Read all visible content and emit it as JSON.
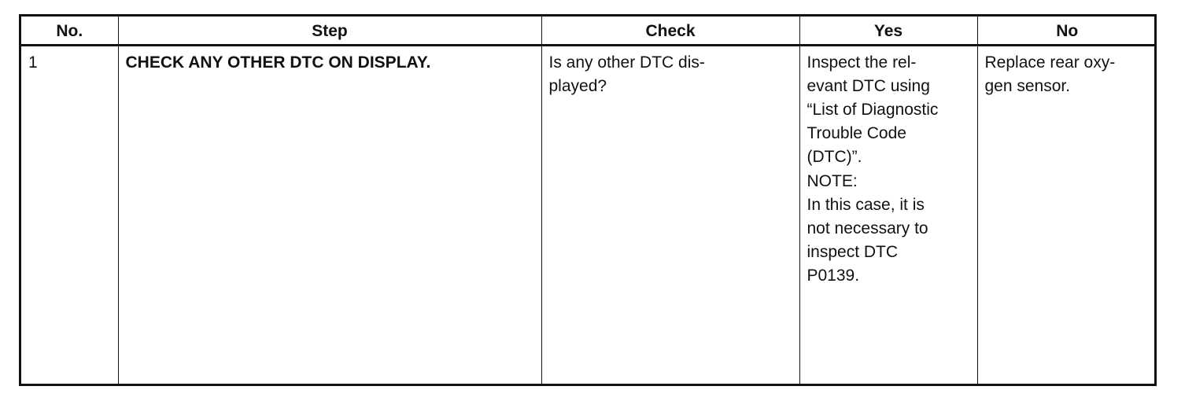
{
  "table": {
    "headers": {
      "no": "No.",
      "step": "Step",
      "check": "Check",
      "yes": "Yes",
      "no_col": "No"
    },
    "rows": [
      {
        "no": "1",
        "step": "CHECK ANY OTHER DTC ON DISPLAY.",
        "check": "Is any other DTC dis-\nplayed?",
        "yes": {
          "text": "Inspect the rel-\nevant DTC using\n“List of Diagnostic\nTrouble Code\n(DTC)”.",
          "note_label": "NOTE:",
          "note_text": "In this case, it is\nnot necessary to\ninspect DTC\nP0139."
        },
        "no_action": "Replace rear oxy-\ngen sensor."
      }
    ]
  }
}
